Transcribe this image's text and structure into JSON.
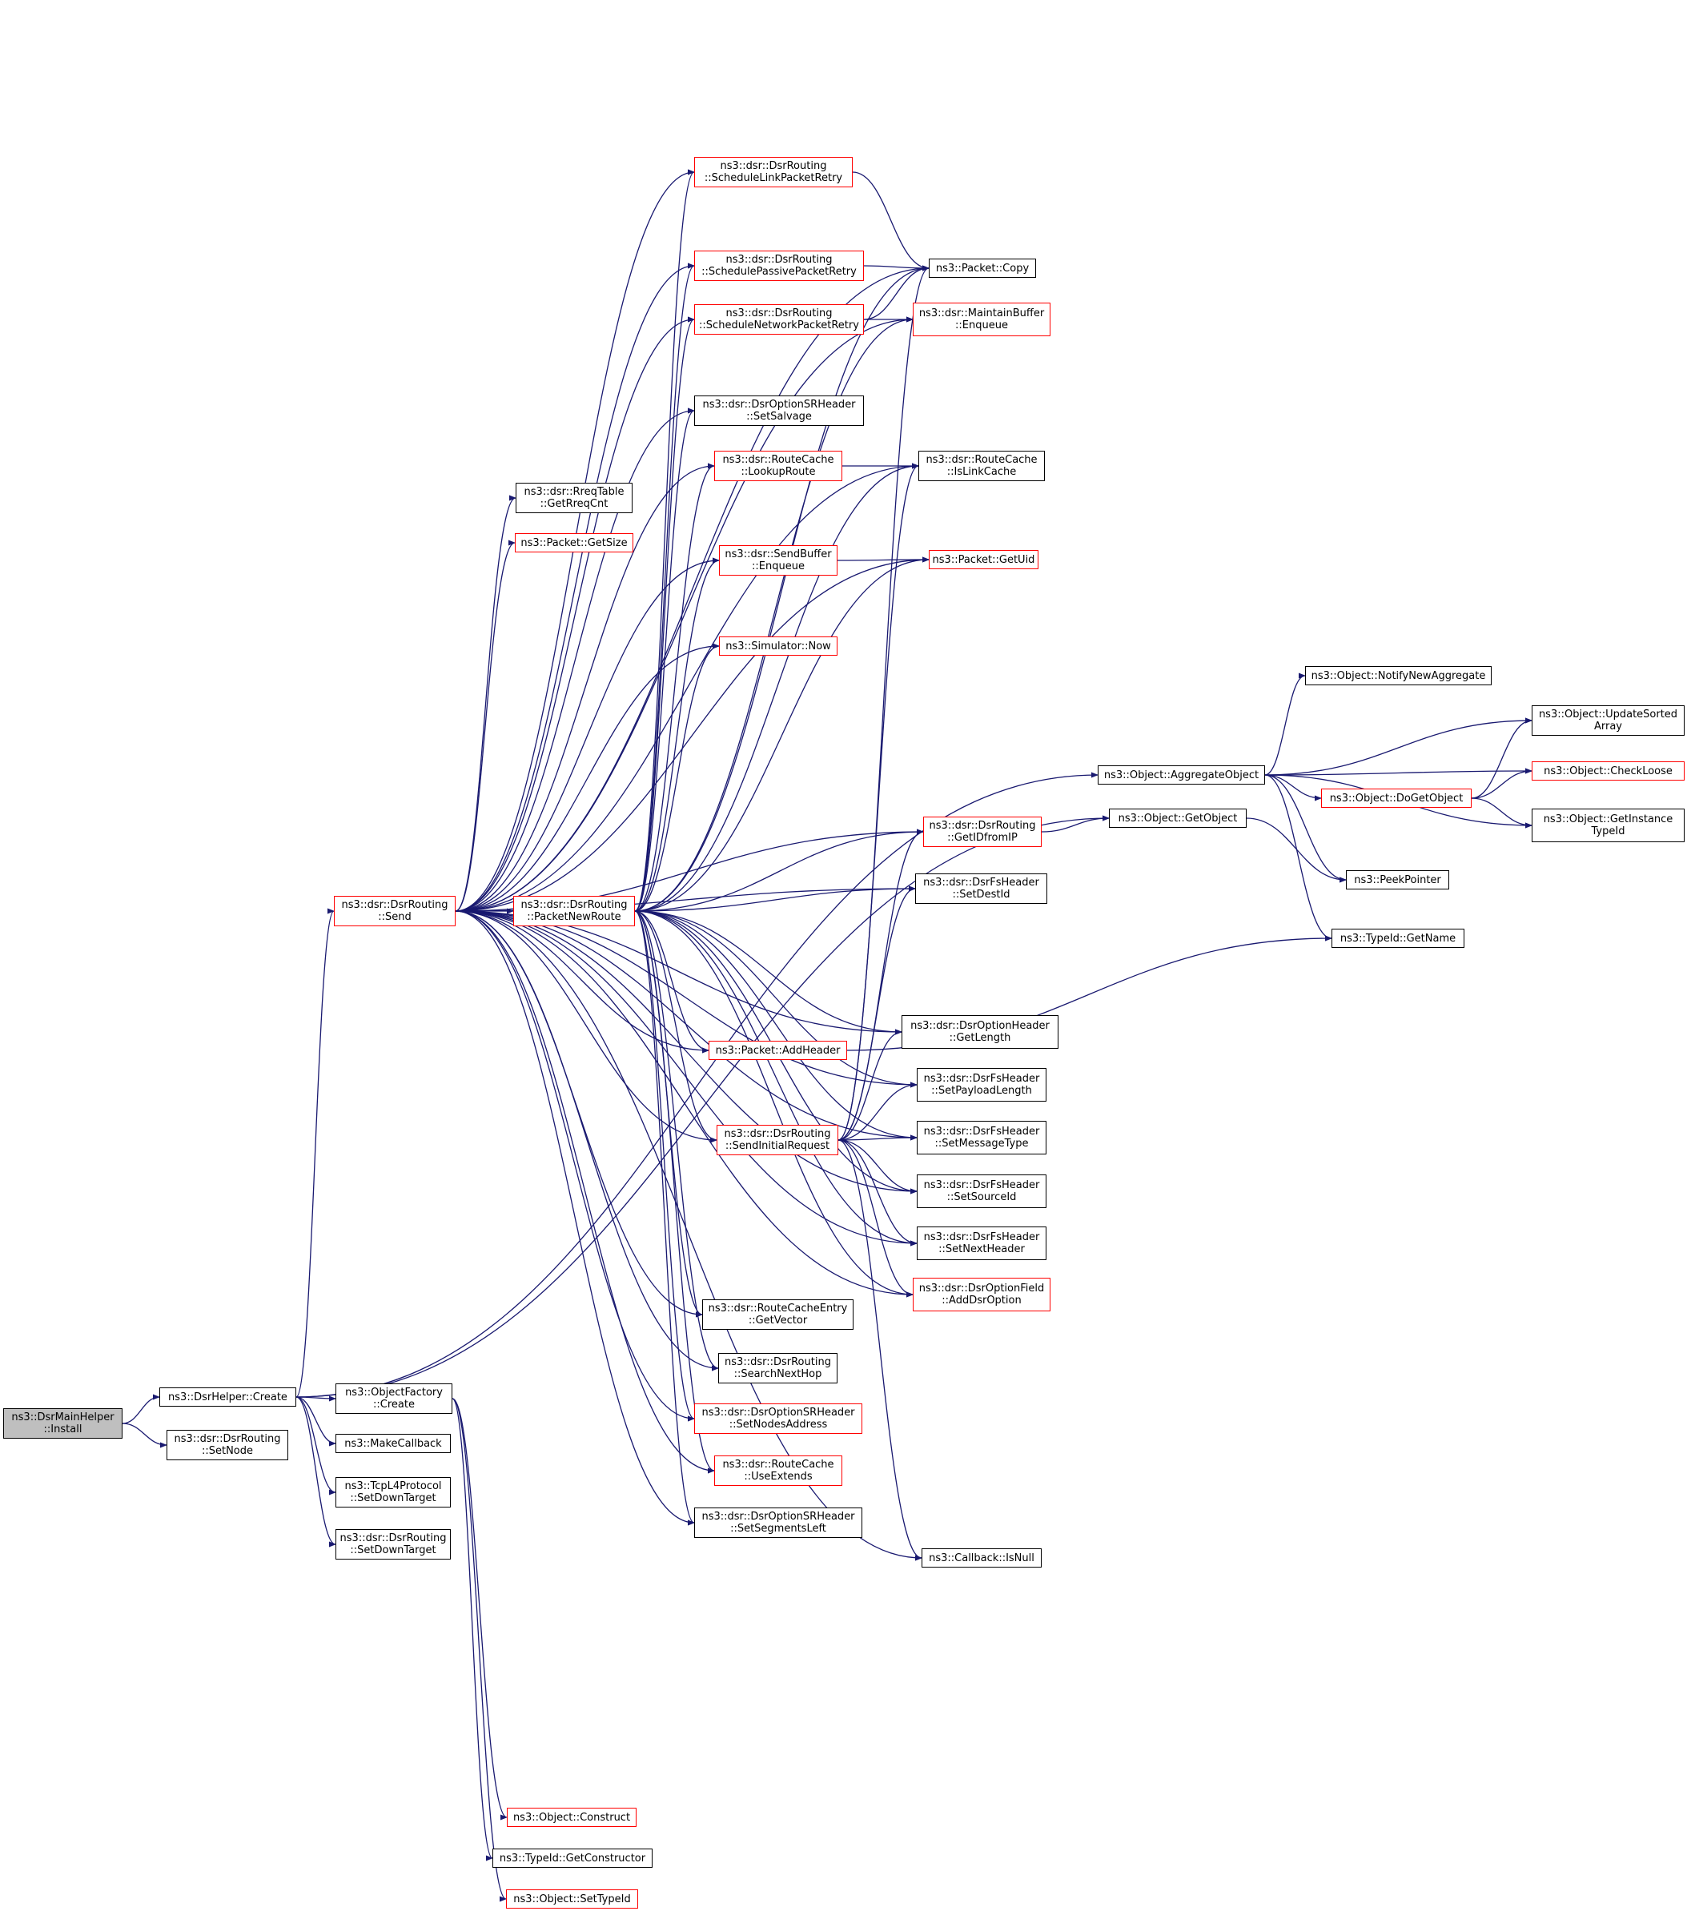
{
  "colors": {
    "edge": "#191970",
    "normal_border": "#000000",
    "truncated_border": "#ff0000",
    "root_fill": "#bfbfbf",
    "background": "#ffffff"
  },
  "nodes": [
    {
      "id": "install",
      "lines": [
        "ns3::DsrMainHelper",
        "::Install"
      ],
      "root": true
    },
    {
      "id": "create",
      "lines": [
        "ns3::DsrHelper::Create"
      ]
    },
    {
      "id": "setnode",
      "lines": [
        "ns3::dsr::DsrRouting",
        "::SetNode"
      ]
    },
    {
      "id": "send",
      "lines": [
        "ns3::dsr::DsrRouting",
        "::Send"
      ],
      "truncated": true
    },
    {
      "id": "factory_create",
      "lines": [
        "ns3::ObjectFactory",
        "::Create"
      ]
    },
    {
      "id": "makecallback",
      "lines": [
        "ns3::MakeCallback"
      ]
    },
    {
      "id": "tcp_setdown",
      "lines": [
        "ns3::TcpL4Protocol",
        "::SetDownTarget"
      ]
    },
    {
      "id": "dsr_setdown",
      "lines": [
        "ns3::dsr::DsrRouting",
        "::SetDownTarget"
      ]
    },
    {
      "id": "packetnewroute",
      "lines": [
        "ns3::dsr::DsrRouting",
        "::PacketNewRoute"
      ],
      "truncated": true
    },
    {
      "id": "getreqcnt",
      "lines": [
        "ns3::dsr::RreqTable",
        "::GetRreqCnt"
      ]
    },
    {
      "id": "getsize",
      "lines": [
        "ns3::Packet::GetSize"
      ],
      "truncated": true
    },
    {
      "id": "schedlink",
      "lines": [
        "ns3::dsr::DsrRouting",
        "::ScheduleLinkPacketRetry"
      ],
      "truncated": true
    },
    {
      "id": "schedpassive",
      "lines": [
        "ns3::dsr::DsrRouting",
        "::SchedulePassivePacketRetry"
      ],
      "truncated": true
    },
    {
      "id": "schednet",
      "lines": [
        "ns3::dsr::DsrRouting",
        "::ScheduleNetworkPacketRetry"
      ],
      "truncated": true
    },
    {
      "id": "setsalvage",
      "lines": [
        "ns3::dsr::DsrOptionSRHeader",
        "::SetSalvage"
      ]
    },
    {
      "id": "lookuproute",
      "lines": [
        "ns3::dsr::RouteCache",
        "::LookupRoute"
      ],
      "truncated": true
    },
    {
      "id": "sendbuf_enq",
      "lines": [
        "ns3::dsr::SendBuffer",
        "::Enqueue"
      ],
      "truncated": true
    },
    {
      "id": "now",
      "lines": [
        "ns3::Simulator::Now"
      ],
      "truncated": true
    },
    {
      "id": "addheader",
      "lines": [
        "ns3::Packet::AddHeader"
      ],
      "truncated": true
    },
    {
      "id": "sendinitial",
      "lines": [
        "ns3::dsr::DsrRouting",
        "::SendInitialRequest"
      ],
      "truncated": true
    },
    {
      "id": "getvector",
      "lines": [
        "ns3::dsr::RouteCacheEntry",
        "::GetVector"
      ]
    },
    {
      "id": "searchnexthop",
      "lines": [
        "ns3::dsr::DsrRouting",
        "::SearchNextHop"
      ]
    },
    {
      "id": "setnodesaddr",
      "lines": [
        "ns3::dsr::DsrOptionSRHeader",
        "::SetNodesAddress"
      ],
      "truncated": true
    },
    {
      "id": "useextends",
      "lines": [
        "ns3::dsr::RouteCache",
        "::UseExtends"
      ],
      "truncated": true
    },
    {
      "id": "setsegleft",
      "lines": [
        "ns3::dsr::DsrOptionSRHeader",
        "::SetSegmentsLeft"
      ]
    },
    {
      "id": "construct",
      "lines": [
        "ns3::Object::Construct"
      ],
      "truncated": true
    },
    {
      "id": "getconstructor",
      "lines": [
        "ns3::TypeId::GetConstructor"
      ]
    },
    {
      "id": "settypeid",
      "lines": [
        "ns3::Object::SetTypeId"
      ],
      "truncated": true
    },
    {
      "id": "copy",
      "lines": [
        "ns3::Packet::Copy"
      ]
    },
    {
      "id": "maintain_enq",
      "lines": [
        "ns3::dsr::MaintainBuffer",
        "::Enqueue"
      ],
      "truncated": true
    },
    {
      "id": "islinkcache",
      "lines": [
        "ns3::dsr::RouteCache",
        "::IsLinkCache"
      ]
    },
    {
      "id": "getuid",
      "lines": [
        "ns3::Packet::GetUid"
      ],
      "truncated": true
    },
    {
      "id": "getidfromip",
      "lines": [
        "ns3::dsr::DsrRouting",
        "::GetIDfromIP"
      ],
      "truncated": true
    },
    {
      "id": "setdestid",
      "lines": [
        "ns3::dsr::DsrFsHeader",
        "::SetDestId"
      ]
    },
    {
      "id": "getlength",
      "lines": [
        "ns3::dsr::DsrOptionHeader",
        "::GetLength"
      ]
    },
    {
      "id": "setpayload",
      "lines": [
        "ns3::dsr::DsrFsHeader",
        "::SetPayloadLength"
      ]
    },
    {
      "id": "setmsgtype",
      "lines": [
        "ns3::dsr::DsrFsHeader",
        "::SetMessageType"
      ]
    },
    {
      "id": "setsourceid",
      "lines": [
        "ns3::dsr::DsrFsHeader",
        "::SetSourceId"
      ]
    },
    {
      "id": "setnextheader",
      "lines": [
        "ns3::dsr::DsrFsHeader",
        "::SetNextHeader"
      ]
    },
    {
      "id": "adddsroption",
      "lines": [
        "ns3::dsr::DsrOptionField",
        "::AddDsrOption"
      ],
      "truncated": true
    },
    {
      "id": "isnull",
      "lines": [
        "ns3::Callback::IsNull"
      ]
    },
    {
      "id": "aggregate",
      "lines": [
        "ns3::Object::AggregateObject"
      ]
    },
    {
      "id": "getobject",
      "lines": [
        "ns3::Object::GetObject"
      ]
    },
    {
      "id": "notifyagg",
      "lines": [
        "ns3::Object::NotifyNewAggregate"
      ]
    },
    {
      "id": "updatesorted",
      "lines": [
        "ns3::Object::UpdateSorted",
        "Array"
      ]
    },
    {
      "id": "checkloose",
      "lines": [
        "ns3::Object::CheckLoose"
      ],
      "truncated": true
    },
    {
      "id": "dogetobject",
      "lines": [
        "ns3::Object::DoGetObject"
      ],
      "truncated": true
    },
    {
      "id": "getinstancetypeid",
      "lines": [
        "ns3::Object::GetInstance",
        "TypeId"
      ]
    },
    {
      "id": "peekpointer",
      "lines": [
        "ns3::PeekPointer"
      ]
    },
    {
      "id": "getname",
      "lines": [
        "ns3::TypeId::GetName"
      ]
    }
  ]
}
